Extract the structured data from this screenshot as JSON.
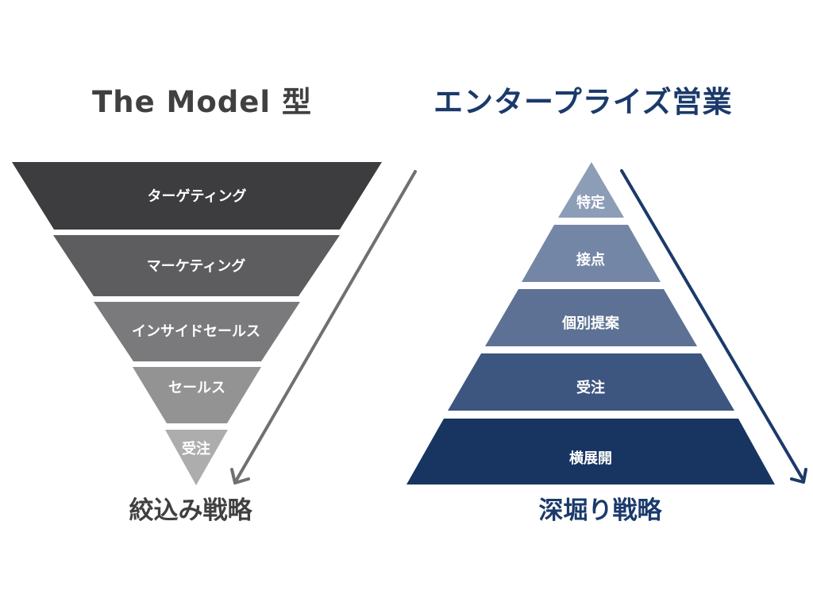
{
  "left": {
    "title": "The Model 型",
    "caption": "絞込み戦略",
    "title_color": "#404040",
    "caption_color": "#404040",
    "arrow_color": "#707070",
    "tiers": [
      {
        "label": "ターゲティング",
        "color": "#3d3c3e"
      },
      {
        "label": "マーケティング",
        "color": "#5d5d5f"
      },
      {
        "label": "インサイドセールス",
        "color": "#7a797b"
      },
      {
        "label": "セールス",
        "color": "#939393"
      },
      {
        "label": "受注",
        "color": "#adadad"
      }
    ]
  },
  "right": {
    "title": "エンタープライズ営業",
    "caption": "深堀り戦略",
    "title_color": "#1b3a6b",
    "caption_color": "#1b3a6b",
    "arrow_color": "#1b3a6b",
    "tiers": [
      {
        "label": "特定",
        "color": "#8c9db8"
      },
      {
        "label": "接点",
        "color": "#7486a6"
      },
      {
        "label": "個別提案",
        "color": "#5c7194"
      },
      {
        "label": "受注",
        "color": "#3d5680"
      },
      {
        "label": "横展開",
        "color": "#183562"
      }
    ]
  }
}
